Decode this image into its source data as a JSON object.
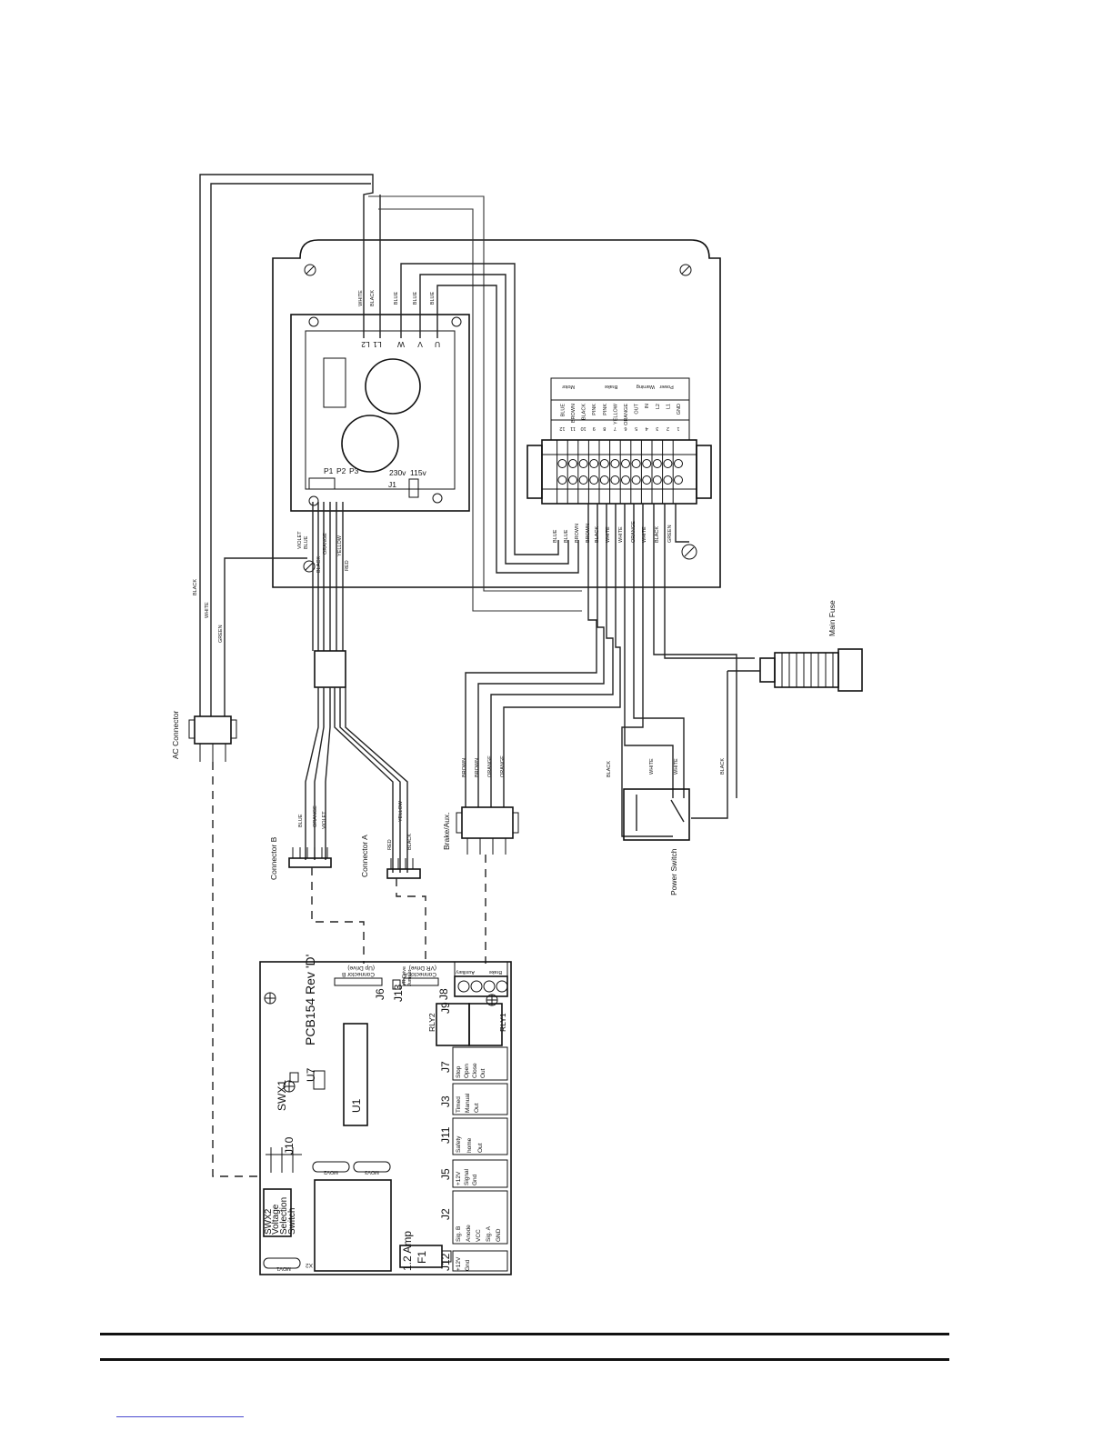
{
  "drive": {
    "top_terminals": [
      "L2",
      "L1",
      "W",
      "V",
      "U"
    ],
    "top_wire_colors": [
      "WHITE",
      "BLACK",
      "BLUE",
      "BLUE",
      "BLUE"
    ],
    "pot_labels": [
      "P1",
      "P2",
      "P3"
    ],
    "jumper_label": "J1",
    "voltage_labels": [
      "230v",
      "115v"
    ],
    "pot_wire_colors": [
      "VIOLET",
      "BLUE",
      "ORANGE",
      "BLACK",
      "YELLOW",
      "RED"
    ],
    "ac_wire_colors": [
      "BLACK",
      "WHITE",
      "GREEN"
    ]
  },
  "terminal_strip": {
    "numbers": [
      "1",
      "2",
      "3",
      "4",
      "5",
      "6",
      "7",
      "8",
      "9",
      "10",
      "11",
      "12"
    ],
    "signals": [
      "GND",
      "L1",
      "L2",
      "IN",
      "OUT",
      "ORANGE",
      "YELLOW",
      "PINK",
      "PINK",
      "BLACK",
      "BROWN",
      "BLUE"
    ],
    "groups": [
      "Power",
      "Warning",
      "Brake",
      "Motor"
    ],
    "wire_colors": [
      "BLUE",
      "BLUE",
      "BROWN",
      "BROWN",
      "BLACK",
      "WHITE",
      "WHITE",
      "ORANGE",
      "WHITE",
      "BLACK",
      "GREEN"
    ]
  },
  "connectors": {
    "ac": "AC Connector",
    "b": "Connector B",
    "a": "Connector A",
    "brake": "Brake/Aux.",
    "main_fuse": "Main Fuse",
    "power_switch": "Power Switch"
  },
  "harness_colors": {
    "b": [
      "BLUE",
      "ORANGE",
      "VIOLET"
    ],
    "a": [
      "RED",
      "BLACK",
      "YELLOW"
    ],
    "brake": [
      "BROWN",
      "BROWN",
      "ORANGE",
      "ORANGE"
    ],
    "switch": [
      "BLACK",
      "WHITE",
      "WHITE",
      "BLACK"
    ]
  },
  "pcb": {
    "title": "PCB154 Rev 'D'",
    "connectors": [
      "J12",
      "J2",
      "J5",
      "J11",
      "J3",
      "J7",
      "J9",
      "J8",
      "J13",
      "J6",
      "J10"
    ],
    "components": [
      "SWX1",
      "U7",
      "U1",
      "RLY2",
      "RLY1",
      "F1",
      "1.2 Amp",
      "MOV1",
      "MOV2",
      "MOV3",
      "X2"
    ],
    "voltage_switch": [
      "SWX2",
      "Voltage",
      "Selection",
      "Switch"
    ],
    "connector_b_label": "Connector B",
    "connector_b_sub": "(Up Drive)",
    "connector_a_label": "Connector A",
    "connector_a_sub": "(VR Drive)",
    "vr_jumper": [
      "VR Drive",
      "Jumper"
    ],
    "brake_labels": [
      "Brake",
      "Auxiliary"
    ],
    "j12_pins": [
      "+12V",
      "Gnd"
    ],
    "j2_pins": [
      "Sig. B",
      "Anode",
      "VCC",
      "Sig. A",
      "GND"
    ],
    "j5_pins": [
      "+12V",
      "Signal",
      "Gnd"
    ],
    "j11_pins": [
      "Safety",
      "home",
      "Out"
    ],
    "j3_pins": [
      "Timed",
      "Manual",
      "Out"
    ],
    "j7_pins": [
      "Stop",
      "Open",
      "Close",
      "Out"
    ]
  }
}
